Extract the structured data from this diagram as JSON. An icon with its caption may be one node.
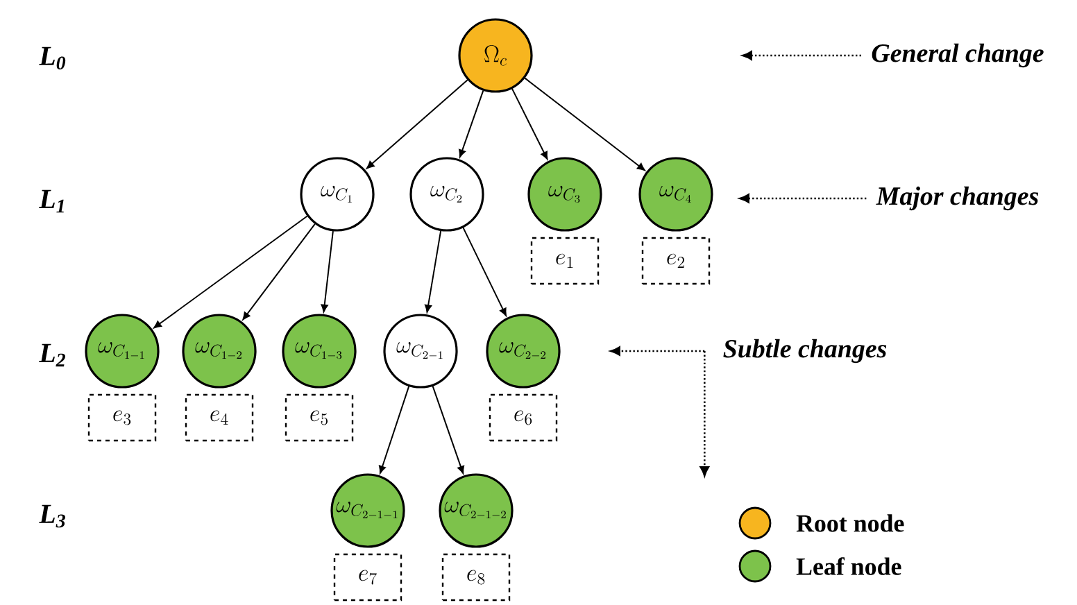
{
  "diagram": {
    "nodes": [
      {
        "text": [
          "\\Omega_c"
        ]
      },
      {
        "text": [
          "General change"
        ]
      },
      {
        "text": [
          "\\omega_{C_1}"
        ]
      },
      {
        "text": [
          "\\omega_{C_2}"
        ]
      },
      {
        "text": [
          "\\omega_{C_3}"
        ],
        "beside": [
          "e_1"
        ]
      },
      {
        "text": [
          "\\omega_{C_4}"
        ],
        "beside": [
          "e_2"
        ]
      },
      {
        "text": [
          "Major changes"
        ]
      },
      {
        "text": [
          "\\omega_{C_{1-1}}"
        ],
        "beside": [
          "e_3"
        ]
      },
      {
        "text": [
          "\\omega_{C_{1-2}}"
        ],
        "beside": [
          "e_4"
        ]
      },
      {
        "text": [
          "\\omega_{C_{1-3}}"
        ],
        "beside": [
          "e_5"
        ]
      },
      {
        "text": [
          "\\omega_{C_{2-1}}"
        ]
      },
      {
        "text": [
          "\\omega_{C_{2-2}}"
        ],
        "beside": [
          "e_6"
        ]
      },
      {
        "text": [
          "Subtle changes"
        ]
      },
      {
        "text": [
          "\\omega_{C_{2-1-1}}"
        ],
        "beside": [
          "e_7"
        ]
      },
      {
        "text": [
          "\\omega_{C_{2-1-2}}"
        ],
        "beside": [
          "e_8"
        ]
      }
    ],
    "edges": [
      {
        "from": 0,
        "to": 2,
        "arrow": "to"
      },
      {
        "from": 0,
        "to": 3,
        "arrow": "to"
      },
      {
        "from": 0,
        "to": 4,
        "arrow": "to"
      },
      {
        "from": 0,
        "to": 5,
        "arrow": "to"
      },
      {
        "from": 2,
        "to": 7,
        "arrow": "to"
      },
      {
        "from": 2,
        "to": 8,
        "arrow": "to"
      },
      {
        "from": 2,
        "to": 9,
        "arrow": "to"
      },
      {
        "from": 3,
        "to": 10,
        "arrow": "to"
      },
      {
        "from": 3,
        "to": 11,
        "arrow": "to"
      },
      {
        "from": 10,
        "to": 13,
        "arrow": "to"
      },
      {
        "from": 10,
        "to": 14,
        "arrow": "to"
      },
      {
        "from": 1,
        "to": null,
        "arrow": "to",
        "style": "dashed"
      },
      {
        "from": 6,
        "to": null,
        "arrow": "to",
        "style": "dashed"
      },
      {
        "from": 12,
        "to": null,
        "arrow": "to",
        "style": "dashed"
      },
      {
        "from": 12,
        "to": null,
        "arrow": "to",
        "style": "dashed"
      }
    ],
    "labels": [
      "L$_{0}$",
      "L$_{1}$",
      "L$_{2}$",
      "L$_{3}$"
    ],
    "legend": [
      {
        "text": "Root node",
        "color": "#f7b51f"
      },
      {
        "text": "Leaf node",
        "color": "#7dc24b"
      }
    ]
  }
}
